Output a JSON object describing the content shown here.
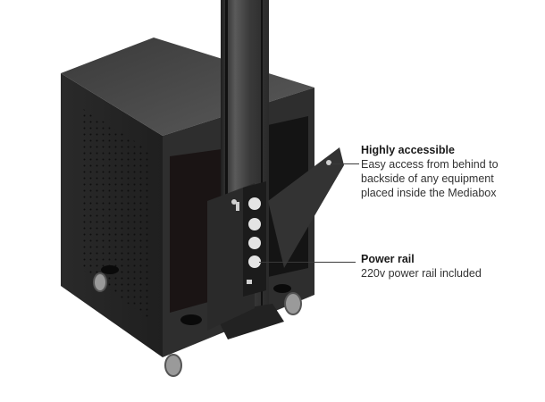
{
  "image": {
    "subject": "Mediabox cabinet on casters with central pole and rear access doors",
    "background": "#ffffff"
  },
  "callouts": [
    {
      "title": "Highly accessible",
      "lines": [
        "Easy access from behind to",
        "backside of any equipment",
        "placed inside the Mediabox"
      ]
    },
    {
      "title": "Power rail",
      "lines": [
        "220v power rail included"
      ]
    }
  ],
  "colors": {
    "cabinet": "#2b2b2b",
    "cabinet_top": "#4a4a4a",
    "pole": "#3c3c3c",
    "socket": "#e0e0e0",
    "text": "#1a1a1a"
  }
}
